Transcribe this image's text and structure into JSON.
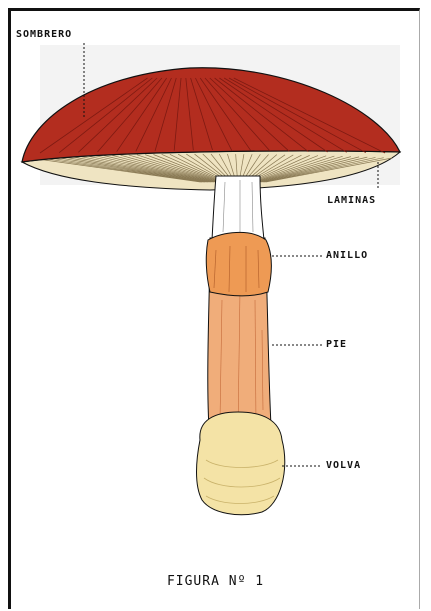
{
  "labels": {
    "cap": "SOMBRERO",
    "gills": "LAMINAS",
    "ring": "ANILLO",
    "stem": "PIE",
    "volva": "VOLVA"
  },
  "caption": "FIGURA Nº 1",
  "colors": {
    "cap": "#b32d1f",
    "cap_dark": "#7e1a12",
    "gills": "#efe4c2",
    "stem": "#f0ad7a",
    "ring": "#ee9a54",
    "volva": "#f4e3a6",
    "ink": "#111111"
  }
}
